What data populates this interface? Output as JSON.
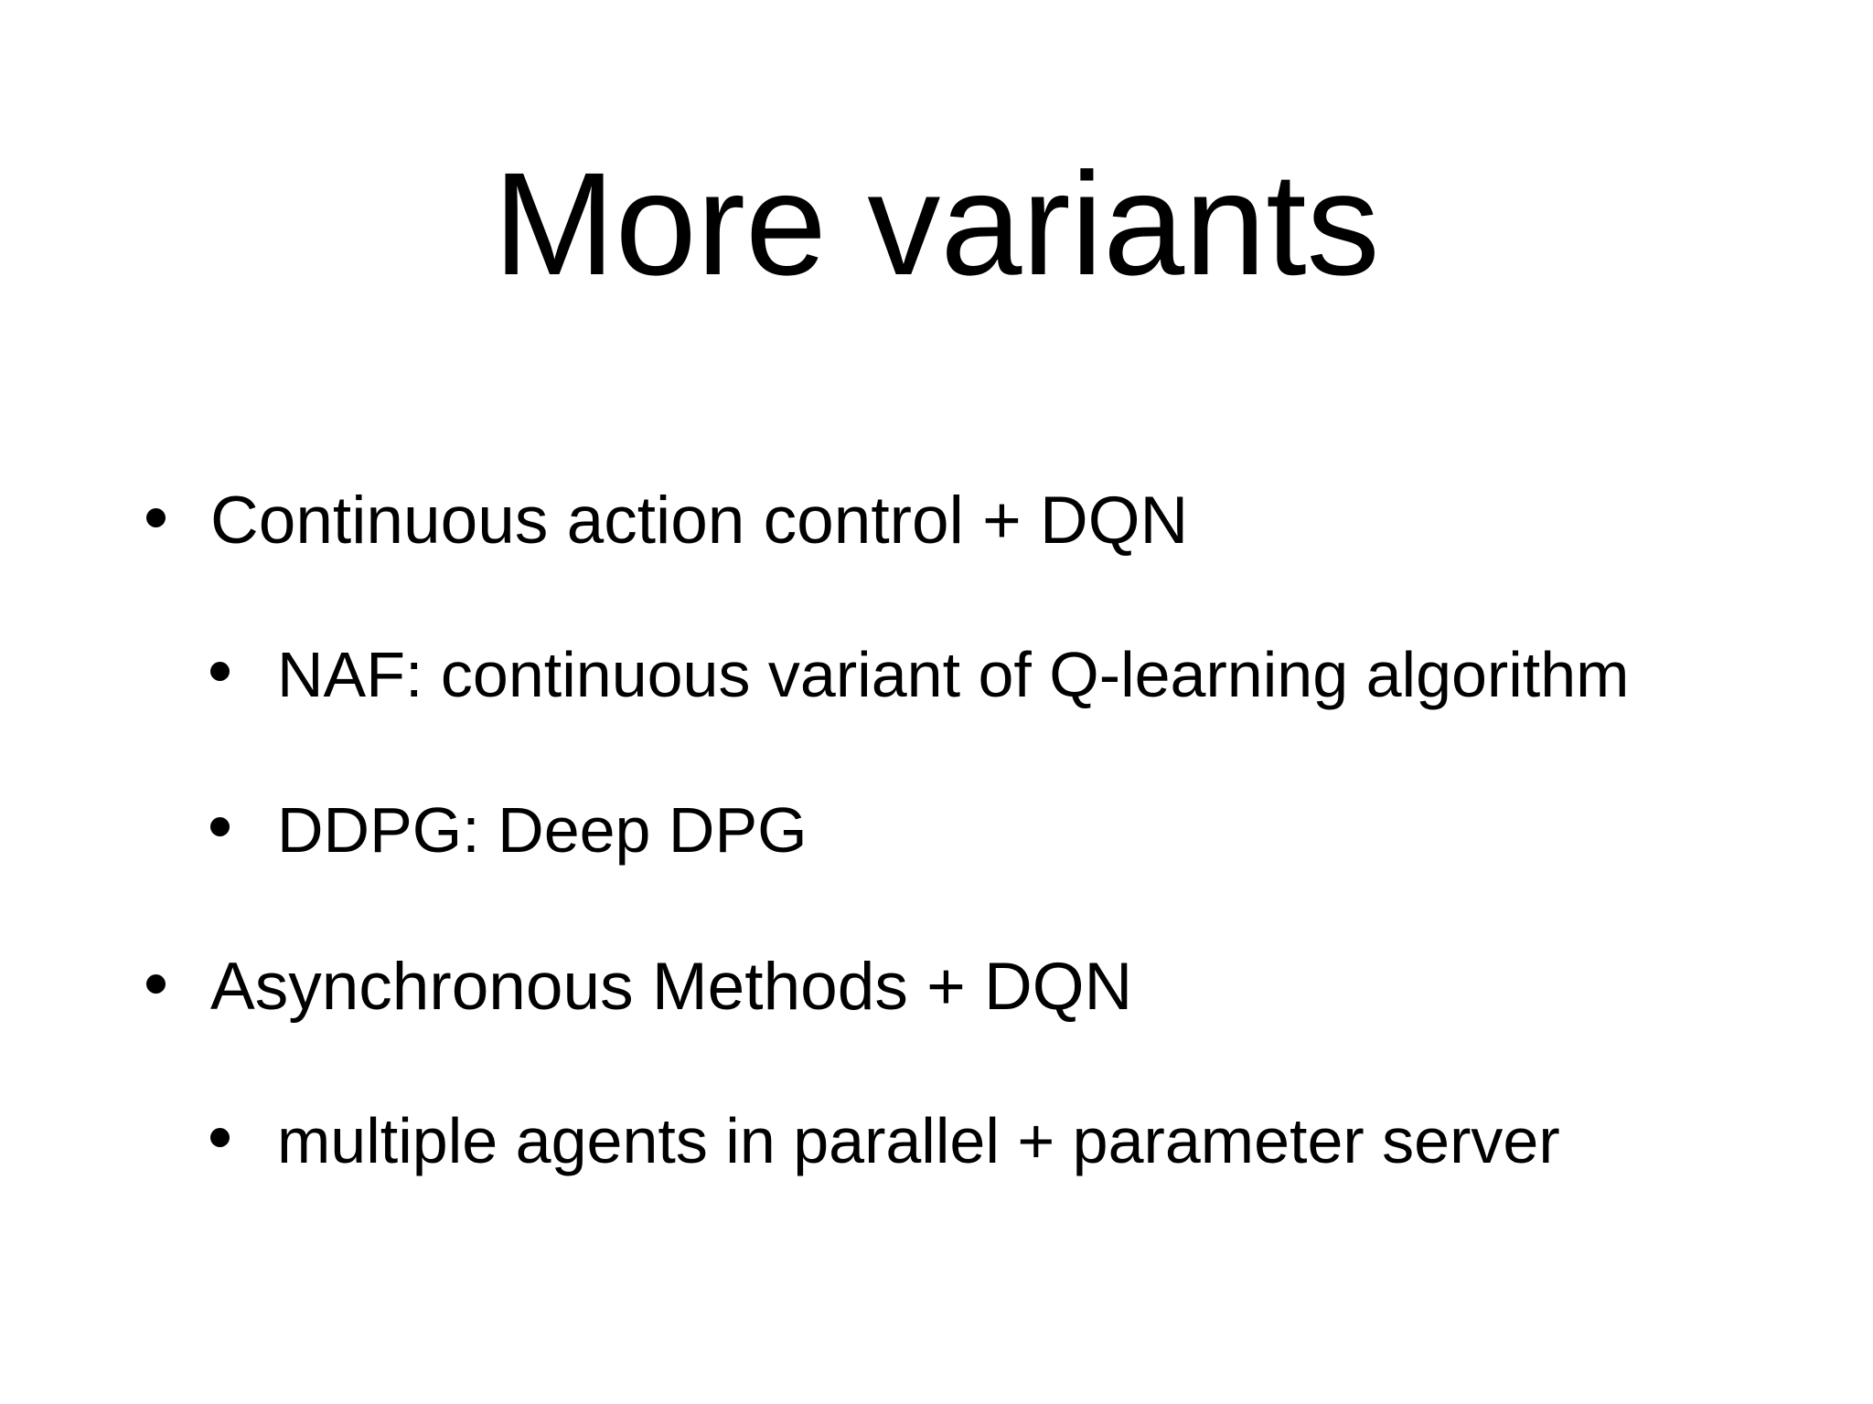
{
  "slide": {
    "title": "More variants",
    "bullets": [
      {
        "level": 1,
        "text": "Continuous action control + DQN"
      },
      {
        "level": 2,
        "text": "NAF: continuous variant of Q-learning algorithm"
      },
      {
        "level": 2,
        "text": "DDPG: Deep DPG"
      },
      {
        "level": 1,
        "text": "Asynchronous Methods + DQN"
      },
      {
        "level": 2,
        "text": "multiple agents in parallel + parameter server"
      }
    ],
    "colors": {
      "background": "#ffffff",
      "text": "#000000"
    }
  }
}
